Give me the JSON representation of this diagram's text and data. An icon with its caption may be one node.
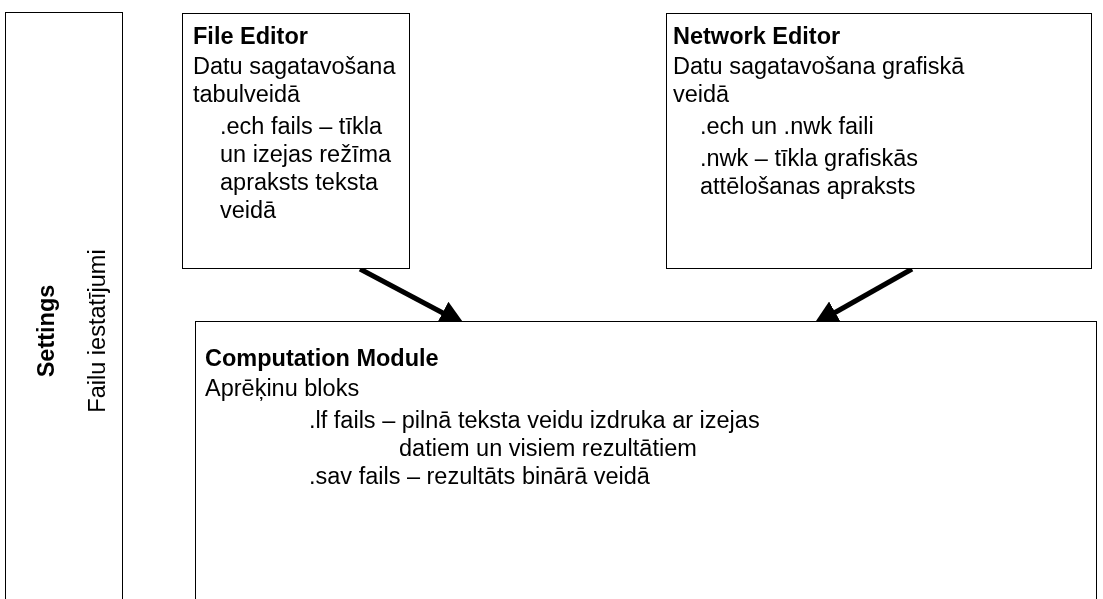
{
  "diagram": {
    "nodes": [
      {
        "text": [
          "Settings",
          "Failu iestatījumi"
        ]
      },
      {
        "text": [
          "File Editor",
          "Datu sagatavošana tabulveidā",
          ".ech fails – tīkla un izejas režīma apraksts teksta veidā"
        ]
      },
      {
        "text": [
          "Network Editor",
          "Datu sagatavošana grafiskā veidā",
          ".ech un .nwk faili",
          ".nwk – tīkla grafiskās attēlošanas apraksts"
        ]
      },
      {
        "text": [
          "Computation Module",
          "Aprēķinu bloks",
          ".lf fails – pilnā teksta veidu izdruka ar izejas datiem un visiem rezultātiem",
          ".sav fails – rezultāts binārā veidā"
        ]
      }
    ],
    "edges": [
      {
        "from": 1,
        "to": 3,
        "arrow": "to"
      },
      {
        "from": 2,
        "to": 3,
        "arrow": "to"
      }
    ]
  }
}
